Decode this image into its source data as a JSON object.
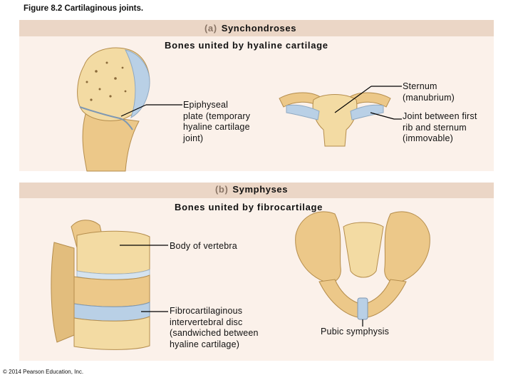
{
  "figure": {
    "title": "Figure 8.2  Cartilaginous joints."
  },
  "section_a": {
    "letter": "(a)",
    "title": "Synchondroses",
    "subtitle": "Bones united by hyaline cartilage",
    "labels": {
      "epiphyseal": [
        "Epiphyseal",
        "plate (temporary",
        "hyaline cartilage",
        "joint)"
      ],
      "sternum": [
        "Sternum",
        "(manubrium)"
      ],
      "first_rib_joint": [
        "Joint between first",
        "rib and sternum",
        "(immovable)"
      ]
    }
  },
  "section_b": {
    "letter": "(b)",
    "title": "Symphyses",
    "subtitle": "Bones united by fibrocartilage",
    "labels": {
      "body_of_vertebra": "Body of vertebra",
      "disc": [
        "Fibrocartilaginous",
        "intervertebral disc",
        "(sandwiched between",
        "hyaline cartilage)"
      ],
      "pubic_symphysis": "Pubic symphysis"
    }
  },
  "copyright": "© 2014 Pearson Education, Inc.",
  "colors": {
    "band": "#ebd6c6",
    "panel": "#fbf1ea",
    "bone": "#ecc889",
    "bone_light": "#f6e2b3",
    "bone_shadow": "#c9a15e",
    "cartilage": "#b9d0e6"
  }
}
